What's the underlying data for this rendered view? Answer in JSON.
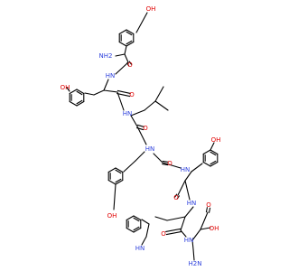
{
  "colors": {
    "bond": "#000000",
    "heteroatom": "#e00000",
    "nitrogen": "#2c3fdc",
    "background": "#ffffff"
  },
  "labels": {
    "oh_tyr1": "OH",
    "nh2_tyr1": "NH2",
    "hn_tyr2": "HN",
    "o_tyr1": "O",
    "oh_tyr2": "OH",
    "hn_leu": "HN",
    "o_tyr2": "O",
    "hn_tyr3": "HN",
    "o_leu": "O",
    "oh_tyr4": "OH",
    "hn_tyr4": "HN",
    "o_tyr3": "O",
    "oh_tyr3": "OH",
    "hn_trp": "HN",
    "o_tyr4": "O",
    "hn_lys": "HN",
    "o_trp": "O",
    "hn_indole": "HN",
    "o_acid": "O",
    "oh_acid": "OH",
    "nh2_lys": "H2N"
  }
}
